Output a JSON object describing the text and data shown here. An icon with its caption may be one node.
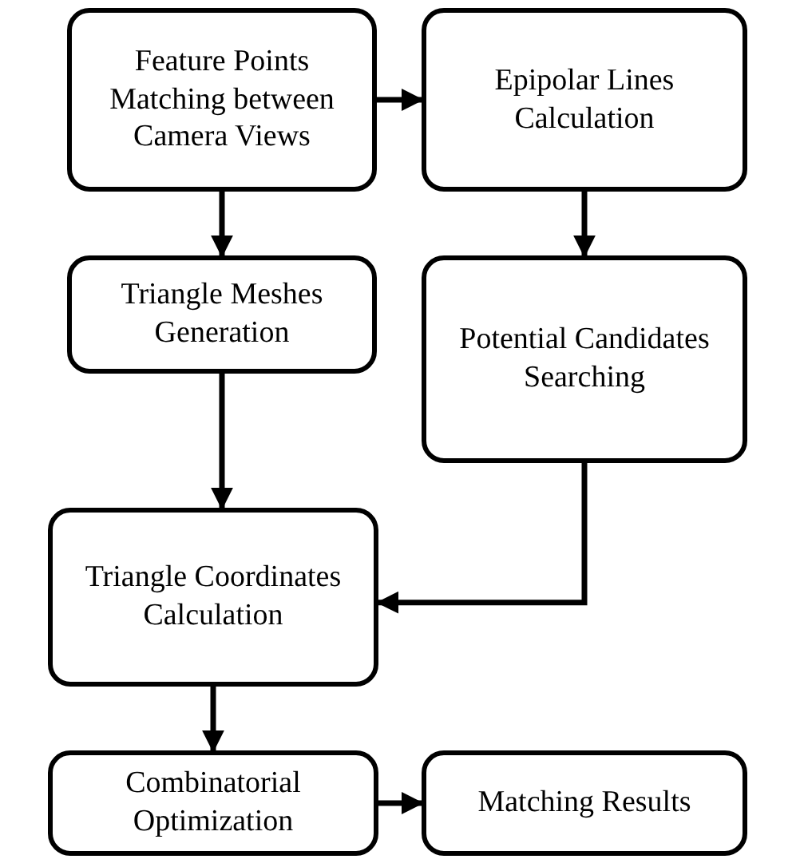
{
  "diagram": {
    "nodes": [
      {
        "text": [
          "Feature Points Matching between Camera Views"
        ]
      },
      {
        "text": [
          "Epipolar Lines Calculation"
        ]
      },
      {
        "text": [
          "Triangle Meshes Generation"
        ]
      },
      {
        "text": [
          "Potential Candidates Searching"
        ]
      },
      {
        "text": [
          "Triangle Coordinates Calculation"
        ]
      },
      {
        "text": [
          "Combinatorial Optimization"
        ]
      },
      {
        "text": [
          "Matching Results"
        ]
      }
    ],
    "edges": [
      {
        "from": 0,
        "to": 1,
        "arrow": "to"
      },
      {
        "from": 0,
        "to": 2,
        "arrow": "to"
      },
      {
        "from": 1,
        "to": 3,
        "arrow": "to"
      },
      {
        "from": 2,
        "to": 4,
        "arrow": "to"
      },
      {
        "from": 3,
        "to": 4,
        "arrow": "to"
      },
      {
        "from": 4,
        "to": 5,
        "arrow": "to"
      },
      {
        "from": 5,
        "to": 6,
        "arrow": "to"
      }
    ]
  }
}
